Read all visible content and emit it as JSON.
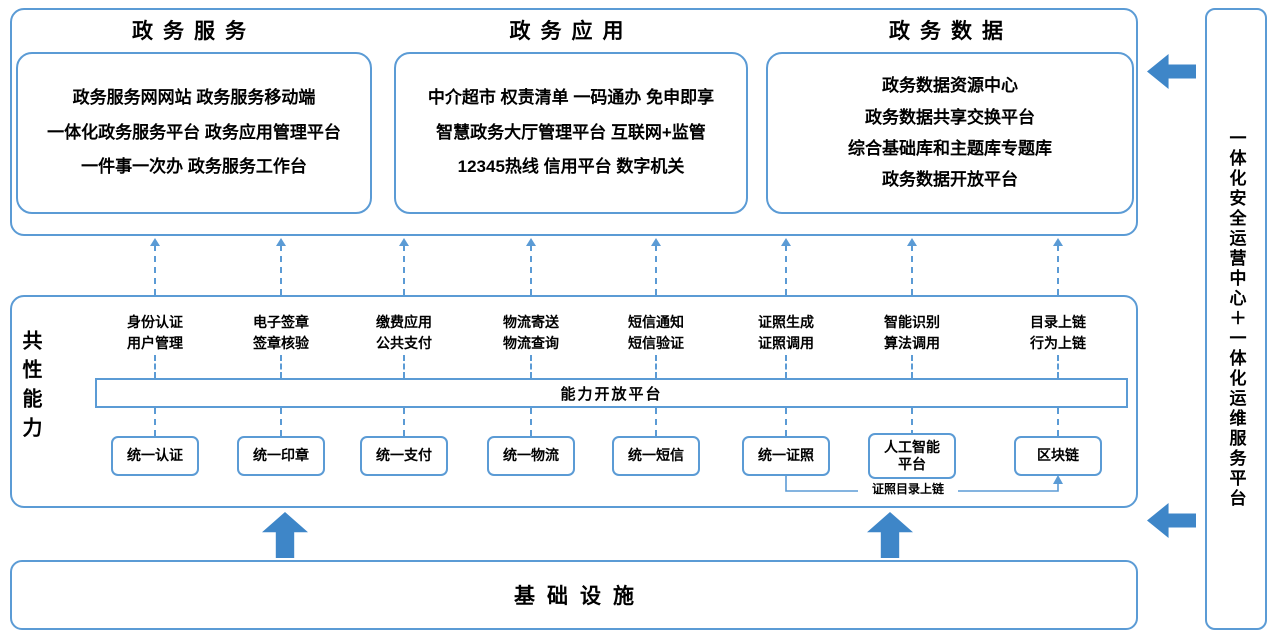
{
  "colors": {
    "border": "#5B9BD5",
    "arrow": "#3E86C8",
    "ink": "#000000"
  },
  "top_sections": [
    {
      "title": "政务服务",
      "content": "政务服务网网站 政务服务移动端\n一体化政务服务平台 政务应用管理平台\n一件事一次办 政务服务工作台"
    },
    {
      "title": "政务应用",
      "content": "中介超市 权责清单 一码通办 免申即享\n智慧政务大厅管理平台 互联网+监管\n12345热线 信用平台 数字机关"
    },
    {
      "title": "政务数据",
      "content": "政务数据资源中心\n政务数据共享交换平台\n综合基础库和主题库专题库\n政务数据开放平台"
    }
  ],
  "middle": {
    "side_label": "共性能力",
    "open_platform_bar": "能力开放平台",
    "columns": [
      {
        "capability": "身份认证\n用户管理",
        "platform": "统一认证"
      },
      {
        "capability": "电子签章\n签章核验",
        "platform": "统一印章"
      },
      {
        "capability": "缴费应用\n公共支付",
        "platform": "统一支付"
      },
      {
        "capability": "物流寄送\n物流查询",
        "platform": "统一物流"
      },
      {
        "capability": "短信通知\n短信验证",
        "platform": "统一短信"
      },
      {
        "capability": "证照生成\n证照调用",
        "platform": "统一证照"
      },
      {
        "capability": "智能识别\n算法调用",
        "platform": "人工智能\n平台"
      },
      {
        "capability": "目录上链\n行为上链",
        "platform": "区块链"
      }
    ],
    "chain_link_label": "证照目录上链"
  },
  "bottom_label": "基础设施",
  "right_sidebar_label": "一体化安全运营中心＋一体化运维服务平台"
}
